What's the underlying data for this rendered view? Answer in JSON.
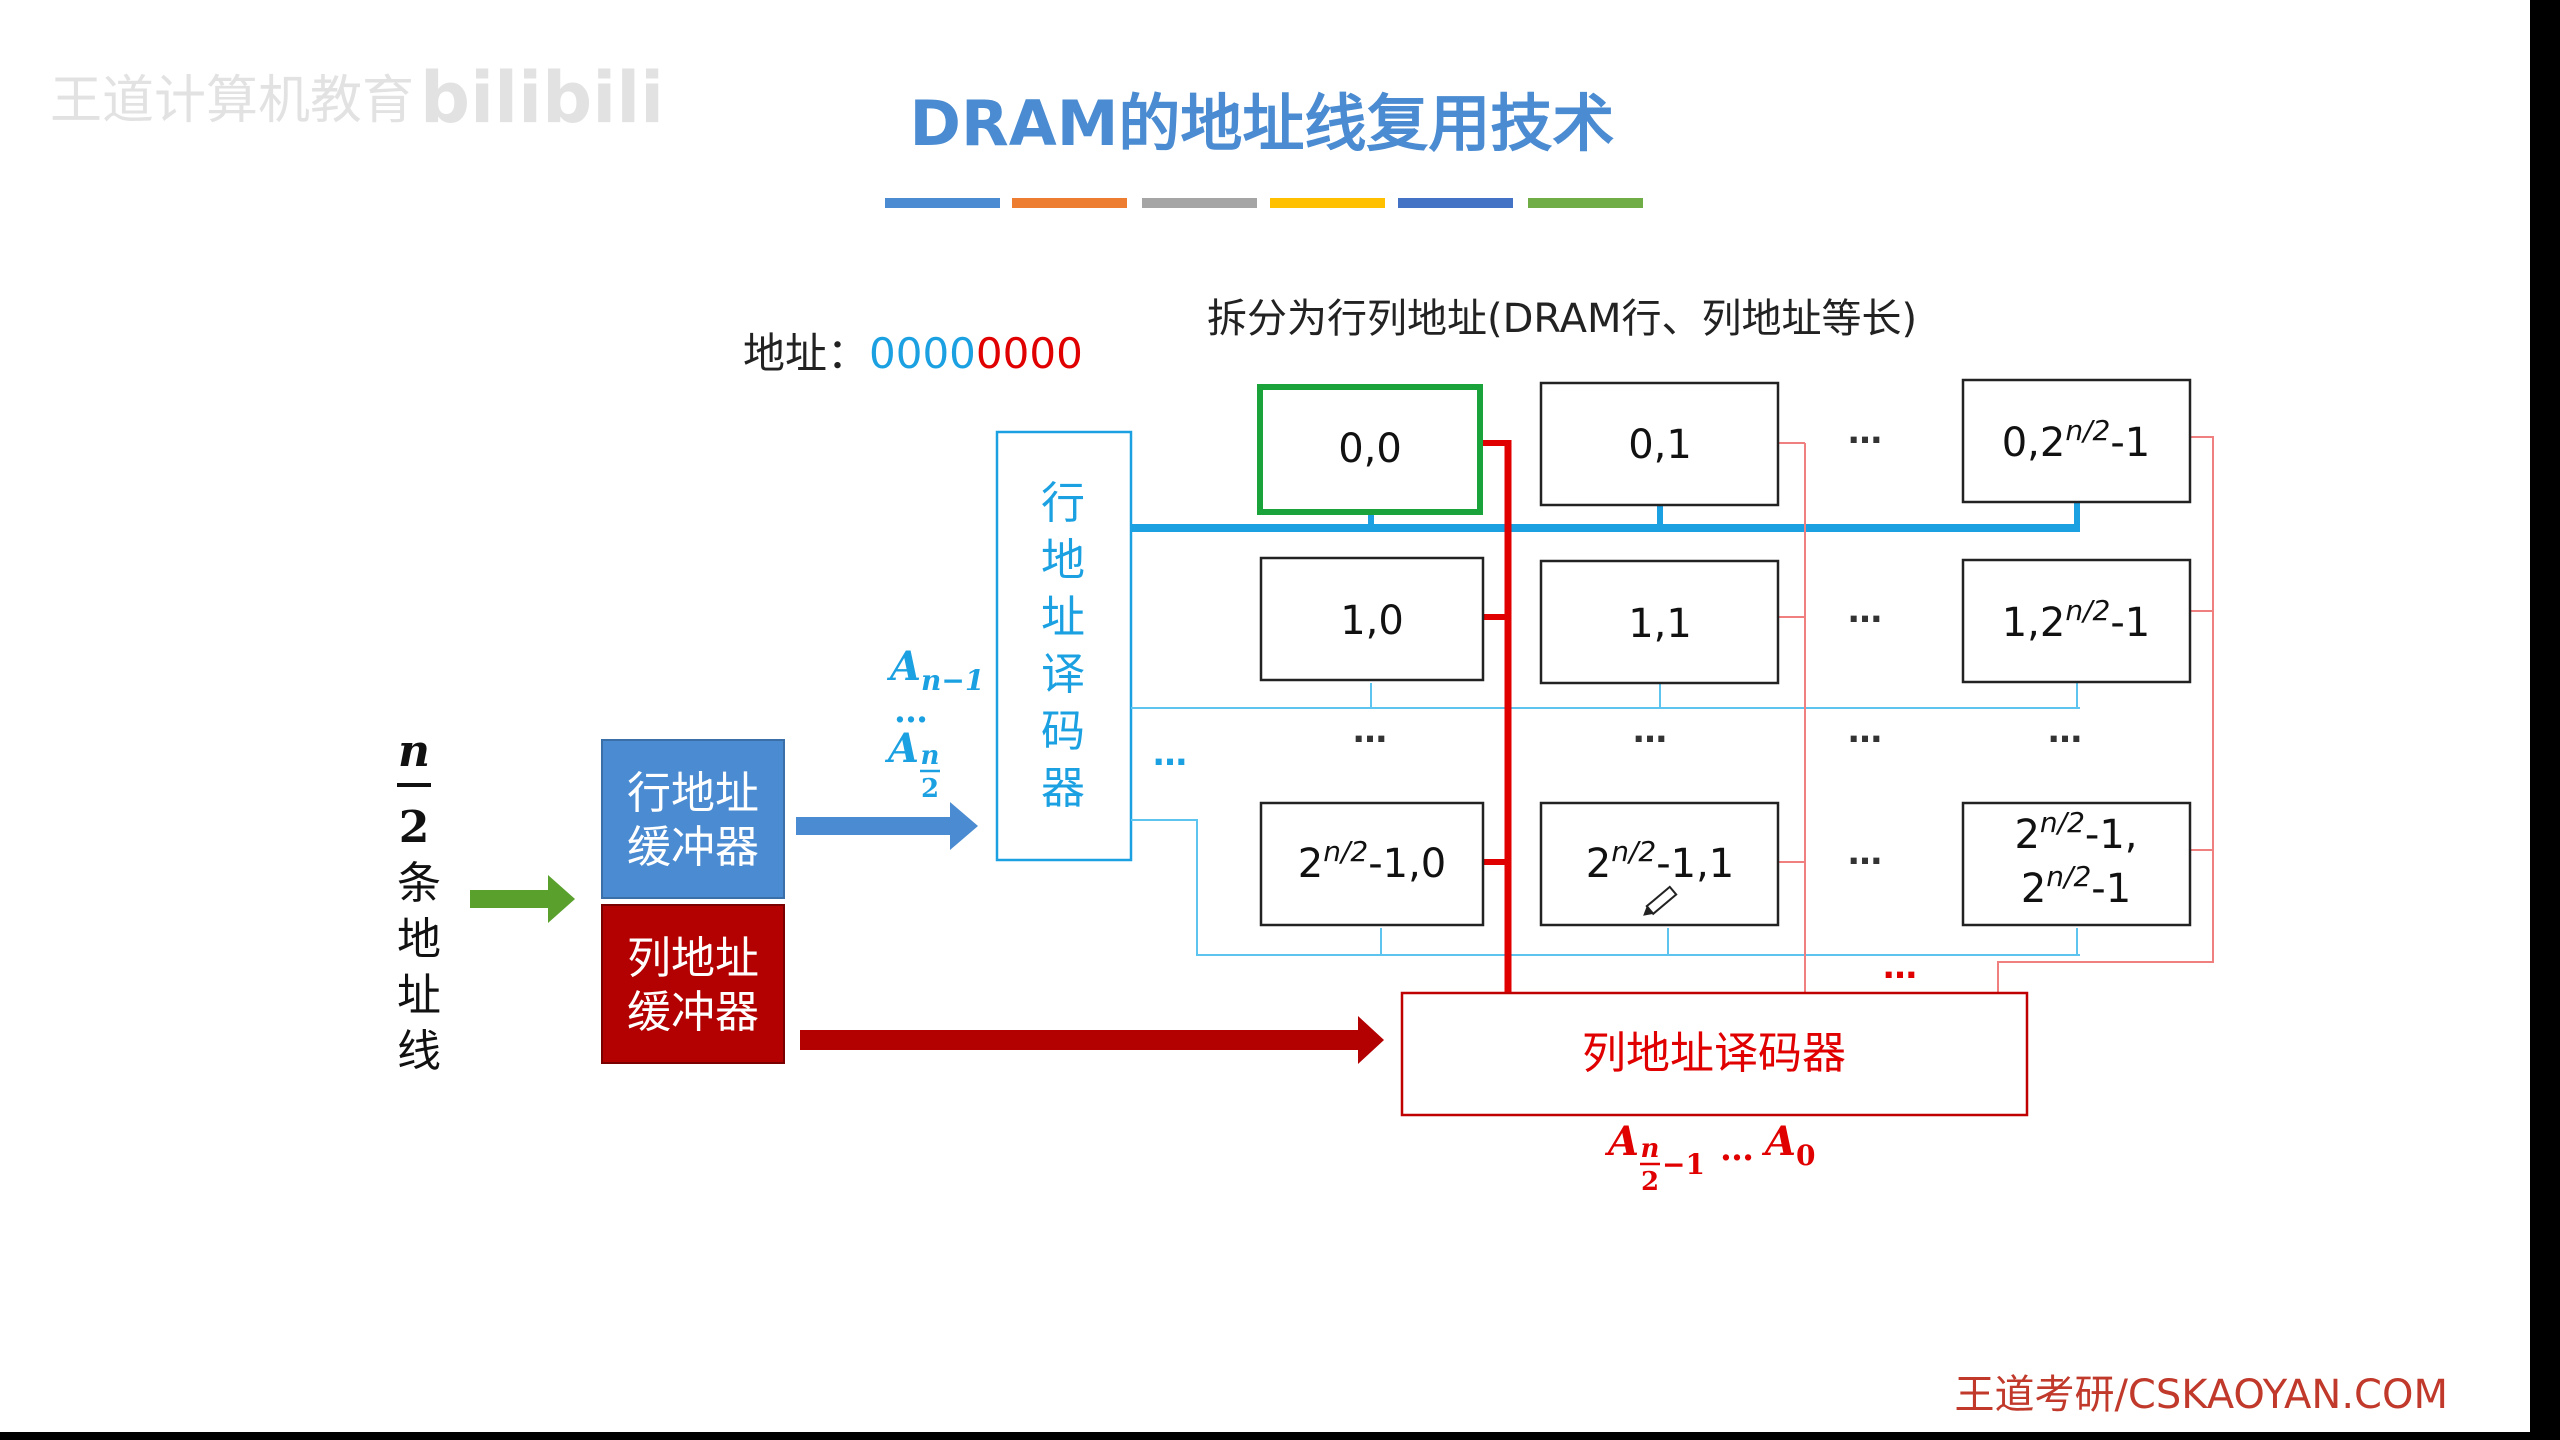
{
  "watermark": {
    "company": "王道计算机教育",
    "platform": "bilibili"
  },
  "title": "DRAM的地址线复用技术",
  "title_color_bar": [
    "#4a8bd1",
    "#ed7d31",
    "#a5a5a5",
    "#ffc000",
    "#4472c4",
    "#70ad47"
  ],
  "address": {
    "label": "地址：",
    "high_bits": "0000",
    "low_bits": "0000"
  },
  "split_caption": "拆分为行列地址(DRAM行、列地址等长)",
  "address_lines": {
    "n": "n",
    "two": "2",
    "label_chars": [
      "条",
      "地",
      "址",
      "线"
    ]
  },
  "row_buffer": {
    "line1": "行地址",
    "line2": "缓冲器"
  },
  "col_buffer": {
    "line1": "列地址",
    "line2": "缓冲器"
  },
  "row_decoder": {
    "chars": [
      "行",
      "地",
      "址",
      "译",
      "码",
      "器"
    ]
  },
  "col_decoder": {
    "label": "列地址译码器"
  },
  "row_lines": {
    "top": "A",
    "top_sub": "n−1",
    "dots": "…",
    "bottom": "A",
    "frac_num": "n",
    "frac_den": "2"
  },
  "col_lines": {
    "a1": "A",
    "frac_num": "n",
    "frac_den": "2",
    "minus1": "−1",
    "dots": "…",
    "a0": "A",
    "a0_sub": "0"
  },
  "cells": {
    "c00": "0,0",
    "c01": "0,1",
    "c0n": {
      "prefix": "0,2",
      "sup": "n/2",
      "suffix": "-1"
    },
    "c10": "1,0",
    "c11": "1,1",
    "c1n": {
      "prefix": "1,2",
      "sup": "n/2",
      "suffix": "-1"
    },
    "cn0": {
      "prefix": "2",
      "sup": "n/2",
      "suffix": "-1,0"
    },
    "cn1": {
      "prefix": "2",
      "sup": "n/2",
      "suffix": "-1,1"
    },
    "cnn_line1": {
      "prefix": "2",
      "sup": "n/2",
      "suffix": "-1,"
    },
    "cnn_line2": {
      "prefix": "2",
      "sup": "n/2",
      "suffix": "-1"
    }
  },
  "ellipsis": "…",
  "footer": "王道考研/CSKAOYAN.COM",
  "colors": {
    "title_blue": "#4a8bd1",
    "row_blue": "#1ba1e2",
    "col_red": "#e00000",
    "dark_red": "#c00000",
    "buffer_blue": "#4a8bd1",
    "buffer_red": "#b30000",
    "arrow_green": "#5aa02c",
    "selected_green": "#1aa33a",
    "footer_red": "#c0392b"
  }
}
